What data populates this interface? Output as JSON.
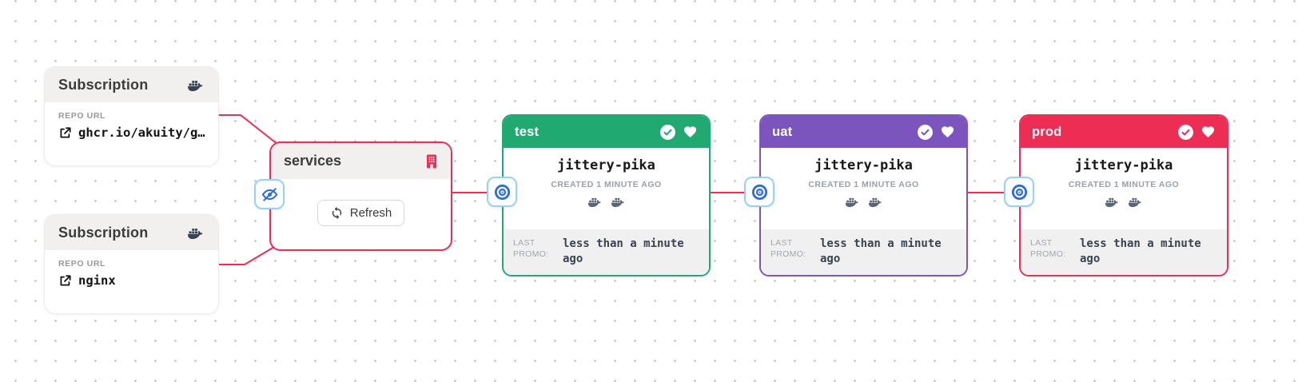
{
  "diagram": {
    "subscriptions": [
      {
        "title": "Subscription",
        "type_icon": "docker-icon",
        "field_label": "REPO URL",
        "repo_url": "ghcr.io/akuity/g…"
      },
      {
        "title": "Subscription",
        "type_icon": "docker-icon",
        "field_label": "REPO URL",
        "repo_url": "nginx"
      }
    ],
    "warehouse": {
      "title": "services",
      "type_icon": "warehouse-building-icon",
      "refresh_label": "Refresh"
    },
    "stages": [
      {
        "name": "test",
        "color": "#21a972",
        "freight": "jittery-pika",
        "created": "CREATED 1 MINUTE AGO",
        "promo_label": "LAST PROMO:",
        "promo_value": "less than a minute ago"
      },
      {
        "name": "uat",
        "color": "#7b55bd",
        "freight": "jittery-pika",
        "created": "CREATED 1 MINUTE AGO",
        "promo_label": "LAST PROMO:",
        "promo_value": "less than a minute ago"
      },
      {
        "name": "prod",
        "color": "#ee2d55",
        "freight": "jittery-pika",
        "created": "CREATED 1 MINUTE AGO",
        "promo_label": "LAST PROMO:",
        "promo_value": "less than a minute ago"
      }
    ],
    "colors": {
      "edge": "#ee2d55",
      "node_icon_blue": "#2f6be5",
      "header_gray": "#f1f0ef"
    }
  }
}
